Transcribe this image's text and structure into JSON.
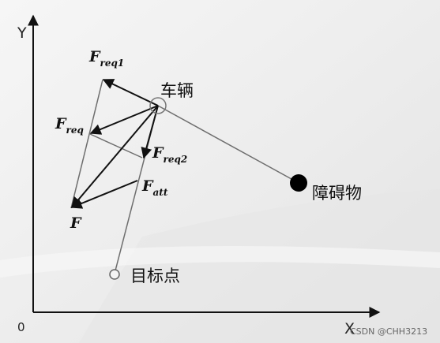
{
  "axes": {
    "x_label": "X",
    "y_label": "Y",
    "origin_label": "0"
  },
  "labels": {
    "vehicle": "车辆",
    "obstacle": "障碍物",
    "target": "目标点",
    "f_req1_main": "F",
    "f_req1_sub": "req1",
    "f_req_main": "F",
    "f_req_sub": "req",
    "f_req2_main": "F",
    "f_req2_sub": "req2",
    "f_att_main": "F",
    "f_att_sub": "att",
    "f_main": "F"
  },
  "watermark": "CSDN @CHH3213",
  "colors": {
    "arrow": "#111111",
    "guide_line": "#6e6e6e",
    "obstacle_fill": "#000000"
  }
}
